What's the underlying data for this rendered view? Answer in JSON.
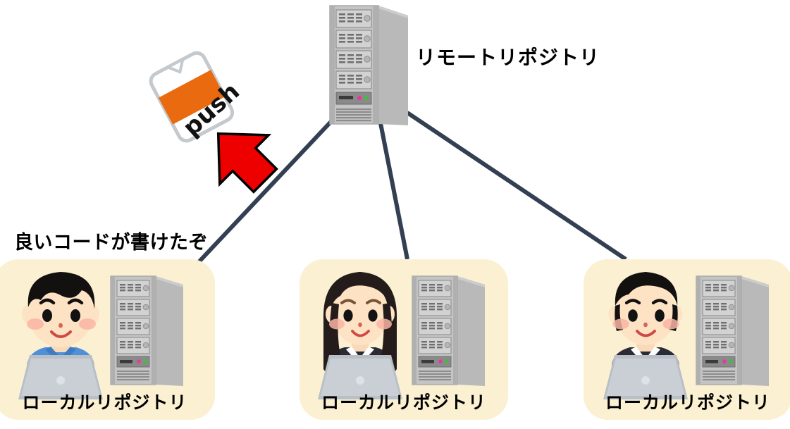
{
  "diagram": {
    "title_remote": "リモートリポジトリ",
    "push_action_label": "push",
    "caption_developer_1": "良いコードが書けたぞ",
    "nodes": [
      {
        "id": "remote",
        "label": "リモートリポジトリ",
        "kind": "server-tower"
      },
      {
        "id": "local-1",
        "label": "ローカルリポジトリ",
        "kind": "developer-workstation",
        "person": "man-blue-shirt"
      },
      {
        "id": "local-2",
        "label": "ローカルリポジトリ",
        "kind": "developer-workstation",
        "person": "woman-black-suit"
      },
      {
        "id": "local-3",
        "label": "ローカルリポジトリ",
        "kind": "developer-workstation",
        "person": "man-dark-suit"
      }
    ],
    "local_label_1": "ローカルリポジトリ",
    "local_label_2": "ローカルリポジトリ",
    "local_label_3": "ローカルリポジトリ",
    "colors": {
      "connector": "#333f52",
      "box_background": "#fbf1d2",
      "arrow_red": "#ee0000",
      "card_accent_orange": "#ea6a10",
      "tower_face": "#c9c9c9",
      "tower_side": "#b4b4b4",
      "text": "#000000"
    },
    "icons": {
      "push_card": "document-card-icon",
      "push_arrow": "arrow-up-right-icon",
      "server": "server-tower-icon",
      "laptop": "laptop-icon"
    }
  }
}
